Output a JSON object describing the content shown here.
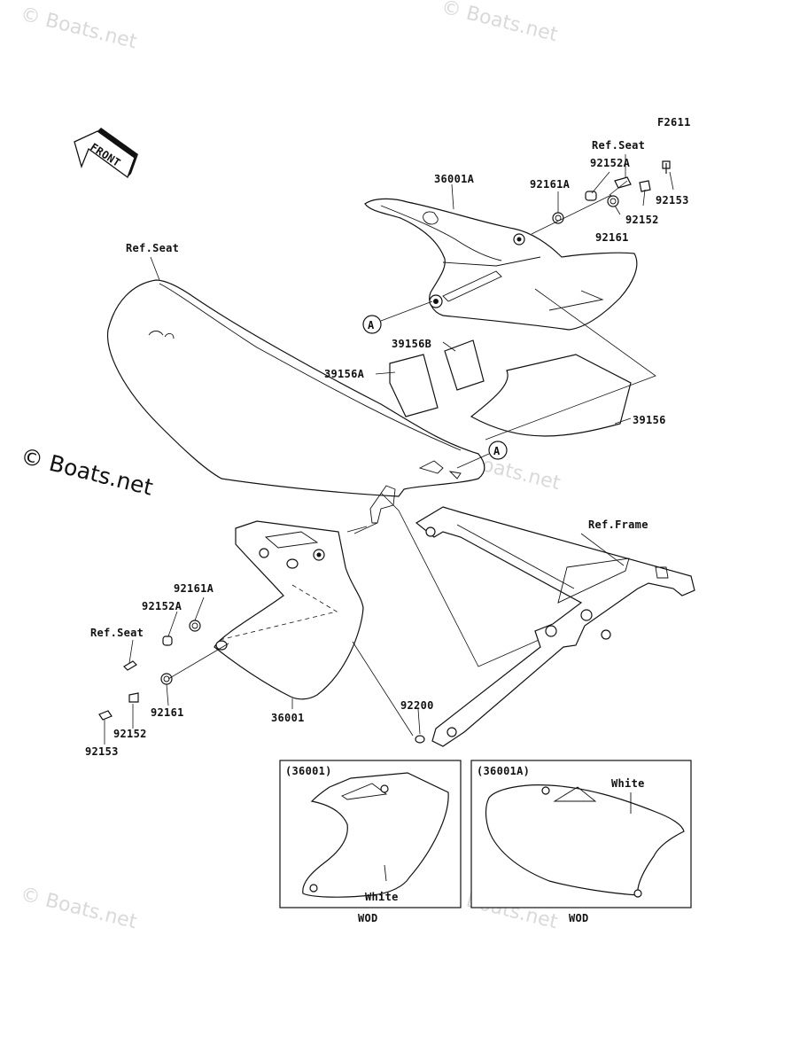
{
  "figure_code": "F2611",
  "front_arrow_label": "FRONT",
  "callout_letter": "A",
  "watermarks": {
    "light": "© Boats.net",
    "bold": "© Boats.net"
  },
  "labels": {
    "ref_seat_top": "Ref.Seat",
    "p92152A_top": "92152A",
    "p92161A_top": "92161A",
    "p36001A": "36001A",
    "p92153_top": "92153",
    "p92152_top": "92152",
    "p92161_top": "92161",
    "ref_seat_left": "Ref.Seat",
    "p39156B": "39156B",
    "p39156A": "39156A",
    "p39156": "39156",
    "ref_frame": "Ref.Frame",
    "p92161A_left": "92161A",
    "p92152A_left": "92152A",
    "ref_seat_low": "Ref.Seat",
    "p92161_left": "92161",
    "p36001": "36001",
    "p92200": "92200",
    "p92152_left": "92152",
    "p92153_left": "92153"
  },
  "insets": [
    {
      "title": "(36001)",
      "color_note": "White",
      "footer": "WOD"
    },
    {
      "title": "(36001A)",
      "color_note": "White",
      "footer": "WOD"
    }
  ]
}
